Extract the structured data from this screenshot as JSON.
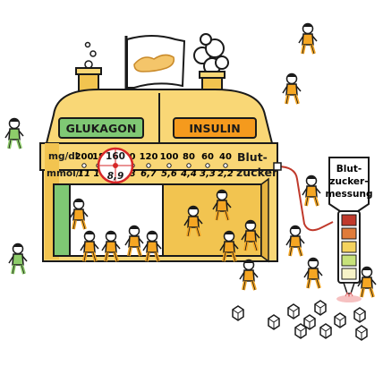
{
  "panels": {
    "glucagon": "GLUKAGON",
    "insulin": "INSULIN"
  },
  "scale": {
    "unit_mgdl": "mg/dl",
    "unit_mmoll": "mmol/l",
    "mgdl_left": [
      "200",
      "18"
    ],
    "mgdl_selected": "160",
    "mgdl_right": [
      "0",
      "120",
      "100",
      "80",
      "60",
      "40"
    ],
    "mmoll_left": [
      "11",
      "1"
    ],
    "mmoll_selected": "8,9",
    "mmoll_right": [
      "8",
      "6,7",
      "5,6",
      "4,4",
      "3,3",
      "2,2"
    ],
    "label_line1": "Blut-",
    "label_line2": "zucker"
  },
  "meter": {
    "line1": "Blut-",
    "line2": "zucker-",
    "line3": "messung"
  },
  "colors": {
    "building": "#f9d776",
    "building_shade": "#f2c450",
    "glucagon_green": "#7fc874",
    "insulin_orange": "#f59a1d",
    "figure_orange": "#f5a623",
    "figure_green": "#8dcc6a",
    "meter_red": "#c0392b",
    "outline": "#1a1a1a"
  },
  "icons": [
    "glucagon-flag-icon",
    "insulin-smoke-icon",
    "sugar-cube-icon",
    "scale-pointer-icon",
    "blood-drop-icon"
  ]
}
